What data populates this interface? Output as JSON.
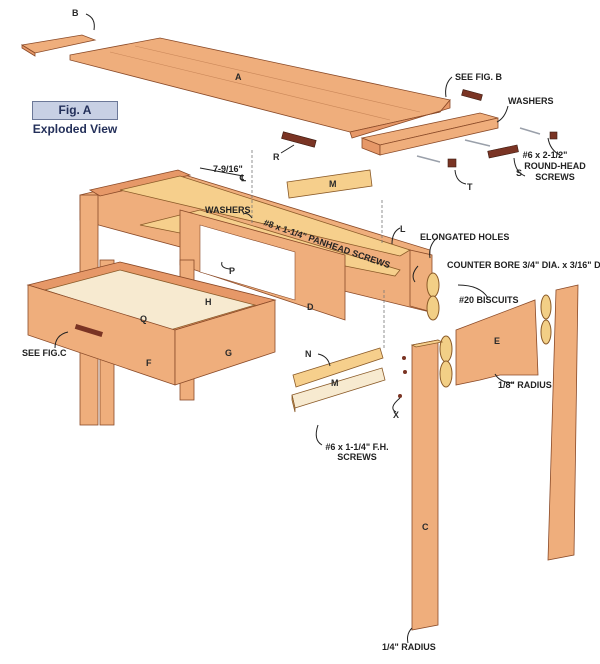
{
  "figure": {
    "title": "Fig. A",
    "subtitle": "Exploded View"
  },
  "parts": {
    "A": "A",
    "B": "B",
    "C": "C",
    "D": "D",
    "E": "E",
    "F": "F",
    "G": "G",
    "H": "H",
    "L": "L",
    "M": "M",
    "M2": "M",
    "N": "N",
    "P": "P",
    "Q": "Q",
    "R": "R",
    "S": "S",
    "T": "T",
    "X": "X"
  },
  "callouts": {
    "see_fig_b": "SEE FIG. B",
    "washers_top": "WASHERS",
    "round_head_screws": [
      "#6 x 2-1/2\"",
      "ROUND-HEAD",
      "SCREWS"
    ],
    "dimension": "7-9/16\"",
    "centerline": "℄",
    "washers_mid": "WASHERS",
    "panhead_screws": "#8 x 1-1/4\" PANHEAD SCREWS",
    "elongated_holes": "ELONGATED HOLES",
    "counter_bore": "COUNTER BORE 3/4\" DIA. x 3/16\" D.",
    "biscuits": "#20 BISCUITS",
    "see_fig_c": "SEE FIG.C",
    "radius_eighth": "1/8\" RADIUS",
    "fh_screws": [
      "#6 x 1-1/4\" F.H.",
      "SCREWS"
    ],
    "radius_quarter": "1/4\" RADIUS"
  },
  "colors": {
    "wood": "#efae7c",
    "light_wood": "#f6cf8c",
    "dark_block": "#7a3424",
    "title_box": "#c8d0e4",
    "title_text": "#24305a"
  }
}
